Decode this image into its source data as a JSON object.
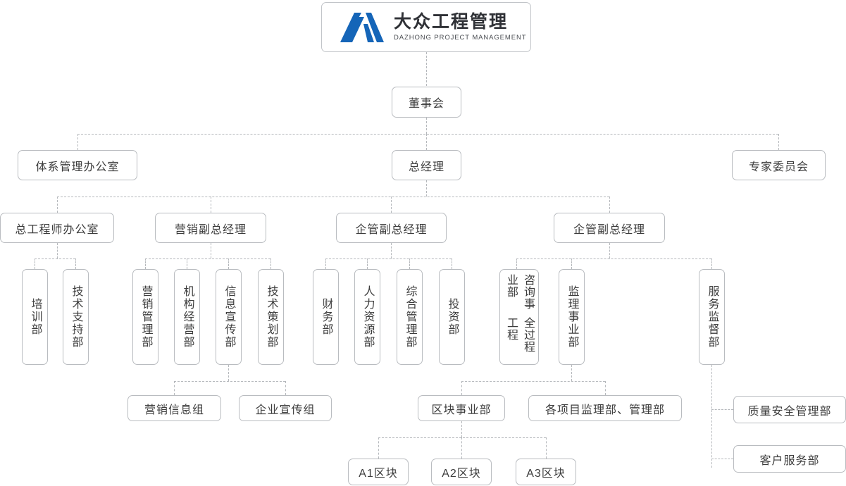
{
  "brand": {
    "name_cn": "大众工程管理",
    "name_en": "DAZHONG PROJECT MANAGEMENT",
    "logo_icon": "mountain-logo-icon",
    "logo_color": "#1565b8"
  },
  "chart_data": {
    "type": "diagram",
    "title": "大众工程管理 组织架构图",
    "connector_style": "dashed",
    "nodes": {
      "board": "董事会",
      "system_office": "体系管理办公室",
      "general_manager": "总经理",
      "expert_committee": "专家委员会",
      "chief_engineer_office": "总工程师办公室",
      "marketing_vp": "营销副总经理",
      "enterprise_vp_1": "企管副总经理",
      "enterprise_vp_2": "企管副总经理",
      "training_dept": "培训部",
      "tech_support_dept": "技术支持部",
      "marketing_mgmt_dept": "营销管理部",
      "institution_ops_dept": "机构经营部",
      "info_publicity_dept": "信息宣传部",
      "tech_planning_dept": "技术策划部",
      "finance_dept": "财务部",
      "hr_dept": "人力资源部",
      "general_mgmt_dept": "综合管理部",
      "investment_dept": "投资部",
      "full_process_consulting_col1": "全过程工程",
      "full_process_consulting_col2": "咨询事业部",
      "supervision_division": "监理事业部",
      "service_supervision_dept": "服务监督部",
      "marketing_info_group": "营销信息组",
      "corporate_publicity_group": "企业宣传组",
      "block_division": "区块事业部",
      "project_supervision_depts": "各项目监理部、管理部",
      "quality_safety_dept": "质量安全管理部",
      "customer_service_dept": "客户服务部",
      "block_a1": "A1区块",
      "block_a2": "A2区块",
      "block_a3": "A3区块"
    },
    "edges": [
      {
        "from": "brand",
        "to": "board"
      },
      {
        "from": "board",
        "to": "system_office"
      },
      {
        "from": "board",
        "to": "general_manager"
      },
      {
        "from": "board",
        "to": "expert_committee"
      },
      {
        "from": "general_manager",
        "to": "chief_engineer_office"
      },
      {
        "from": "general_manager",
        "to": "marketing_vp"
      },
      {
        "from": "general_manager",
        "to": "enterprise_vp_1"
      },
      {
        "from": "general_manager",
        "to": "enterprise_vp_2"
      },
      {
        "from": "chief_engineer_office",
        "to": "training_dept"
      },
      {
        "from": "chief_engineer_office",
        "to": "tech_support_dept"
      },
      {
        "from": "marketing_vp",
        "to": "marketing_mgmt_dept"
      },
      {
        "from": "marketing_vp",
        "to": "institution_ops_dept"
      },
      {
        "from": "marketing_vp",
        "to": "info_publicity_dept"
      },
      {
        "from": "marketing_vp",
        "to": "tech_planning_dept"
      },
      {
        "from": "enterprise_vp_1",
        "to": "finance_dept"
      },
      {
        "from": "enterprise_vp_1",
        "to": "hr_dept"
      },
      {
        "from": "enterprise_vp_1",
        "to": "general_mgmt_dept"
      },
      {
        "from": "enterprise_vp_1",
        "to": "investment_dept"
      },
      {
        "from": "enterprise_vp_2",
        "to": "full_process_consulting_col1"
      },
      {
        "from": "enterprise_vp_2",
        "to": "supervision_division"
      },
      {
        "from": "enterprise_vp_2",
        "to": "service_supervision_dept"
      },
      {
        "from": "info_publicity_dept",
        "to": "marketing_info_group"
      },
      {
        "from": "info_publicity_dept",
        "to": "corporate_publicity_group"
      },
      {
        "from": "supervision_division",
        "to": "block_division"
      },
      {
        "from": "supervision_division",
        "to": "project_supervision_depts"
      },
      {
        "from": "service_supervision_dept",
        "to": "quality_safety_dept"
      },
      {
        "from": "service_supervision_dept",
        "to": "customer_service_dept"
      },
      {
        "from": "block_division",
        "to": "block_a1"
      },
      {
        "from": "block_division",
        "to": "block_a2"
      },
      {
        "from": "block_division",
        "to": "block_a3"
      }
    ]
  }
}
